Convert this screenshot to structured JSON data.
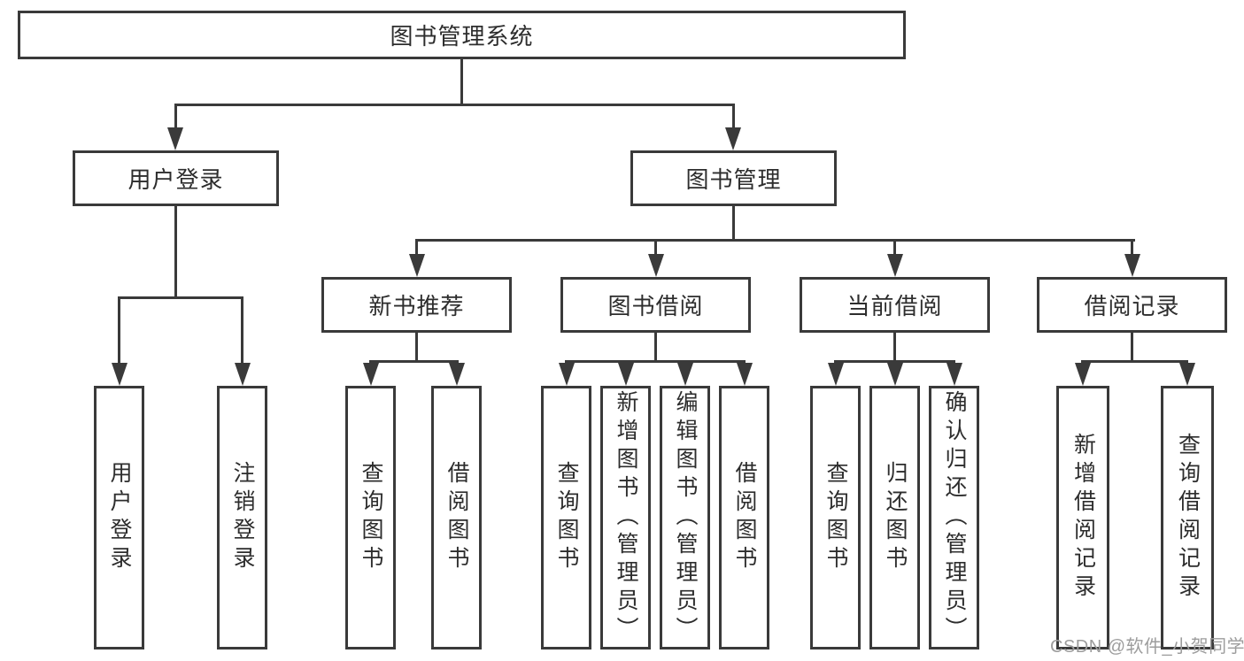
{
  "tree": {
    "root": {
      "label": "图书管理系统"
    },
    "branches": [
      {
        "label": "用户登录",
        "children": [
          {
            "label": "用户登录"
          },
          {
            "label": "注销登录"
          }
        ]
      },
      {
        "label": "图书管理",
        "children": [
          {
            "label": "新书推荐",
            "children": [
              {
                "label": "查询图书"
              },
              {
                "label": "借阅图书"
              }
            ]
          },
          {
            "label": "图书借阅",
            "children": [
              {
                "label": "查询图书"
              },
              {
                "label": "新增图书（管理员）"
              },
              {
                "label": "编辑图书（管理员）"
              },
              {
                "label": "借阅图书"
              }
            ]
          },
          {
            "label": "当前借阅",
            "children": [
              {
                "label": "查询图书"
              },
              {
                "label": "归还图书"
              },
              {
                "label": "确认归还（管理员）"
              }
            ]
          },
          {
            "label": "借阅记录",
            "children": [
              {
                "label": "新增借阅记录"
              },
              {
                "label": "查询借阅记录"
              }
            ]
          }
        ]
      }
    ]
  },
  "watermark": {
    "text": "CSDN @软件_小贺同学"
  },
  "colors": {
    "line": "#3a3a3a",
    "text": "#2d2d2d",
    "background": "#ffffff",
    "watermark": "#9d9d9d"
  }
}
